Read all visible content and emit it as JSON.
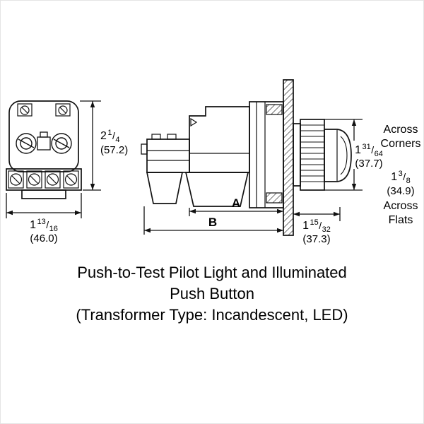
{
  "glyphs": {
    "fraction_slash": "/"
  },
  "caption": {
    "line1": "Push-to-Test Pilot Light and Illuminated",
    "line2": "Push Button",
    "line3": "(Transformer Type: Incandescent, LED)"
  },
  "rear_view": {
    "height": {
      "whole": "2",
      "num": "1",
      "den": "4",
      "mm": "(57.2)"
    },
    "width": {
      "whole": "1",
      "num": "13",
      "den": "16",
      "mm": "(46.0)"
    }
  },
  "side_view": {
    "across_corners": {
      "whole": "1",
      "num": "31",
      "den": "64",
      "mm": "(37.7)"
    },
    "across_corners_label": {
      "line1": "Across",
      "line2": "Corners"
    },
    "across_flats": {
      "whole": "1",
      "num": "3",
      "den": "8",
      "mm": "(34.9)"
    },
    "across_flats_label": {
      "line1": "Across",
      "line2": "Flats"
    },
    "dim_a": "A",
    "dim_b": "B",
    "mount_depth": {
      "whole": "1",
      "num": "15",
      "den": "32",
      "mm": "(37.3)"
    }
  },
  "colors": {
    "line": "#111111",
    "background": "#ffffff"
  }
}
